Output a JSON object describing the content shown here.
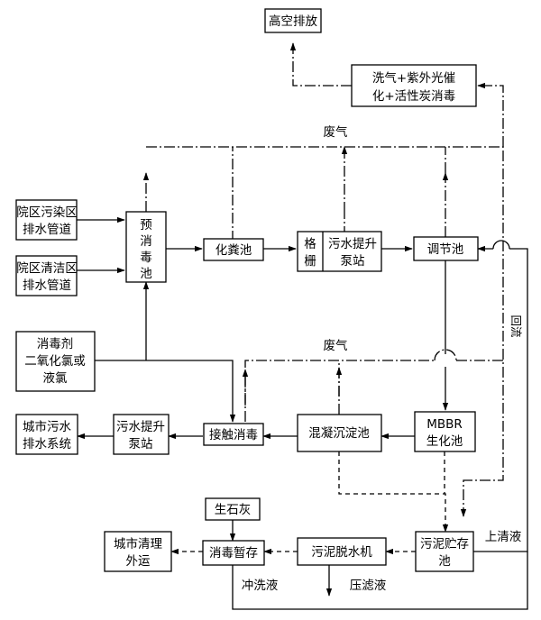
{
  "nodes": {
    "high_altitude": "高空排放",
    "scrubber": [
      "洗气+紫外光催",
      "化+活性炭消毒"
    ],
    "hosp_contaminated": [
      "院区污染区",
      "排水管道"
    ],
    "hosp_clean": [
      "院区清洁区",
      "排水管道"
    ],
    "predisinfect": [
      "预",
      "消",
      "毒",
      "池"
    ],
    "septic": "化粪池",
    "screen": [
      "格",
      "栅"
    ],
    "lift1": [
      "污水提升",
      "泵站"
    ],
    "regulating": "调节池",
    "disinfectant": [
      "消毒剂",
      "二氧化氯或",
      "液氯"
    ],
    "mbbr": [
      "MBBR",
      "生化池"
    ],
    "coag": "混凝沉淀池",
    "contact": "接触消毒",
    "lift2": [
      "污水提升",
      "泵站"
    ],
    "city_sewer": [
      "城市污水",
      "排水系统"
    ],
    "lime": "生石灰",
    "sludge_store": [
      "污泥贮存",
      "池"
    ],
    "dewater": "污泥脱水机",
    "disinfect_store": "消毒暂存",
    "city_clean": [
      "城市清理",
      "外运"
    ]
  },
  "labels": {
    "waste_gas_1": "废气",
    "waste_gas_2": "废气",
    "return": "回流",
    "supernatant": "上清液",
    "flush": "冲洗液",
    "filtrate": "压滤液"
  }
}
